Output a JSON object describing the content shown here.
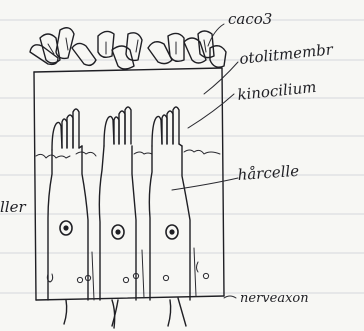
{
  "labels": {
    "crystals": "caco3",
    "membrane": "otolitmembr",
    "cilium": "kinocilium",
    "hair_cell": "hårcelle",
    "axon": "nerveaxon",
    "left_fragment": "ller"
  },
  "colors": {
    "ink": "#1f1f24",
    "paper": "#f7f7f4",
    "ruled_line": "#c9cdd6"
  }
}
